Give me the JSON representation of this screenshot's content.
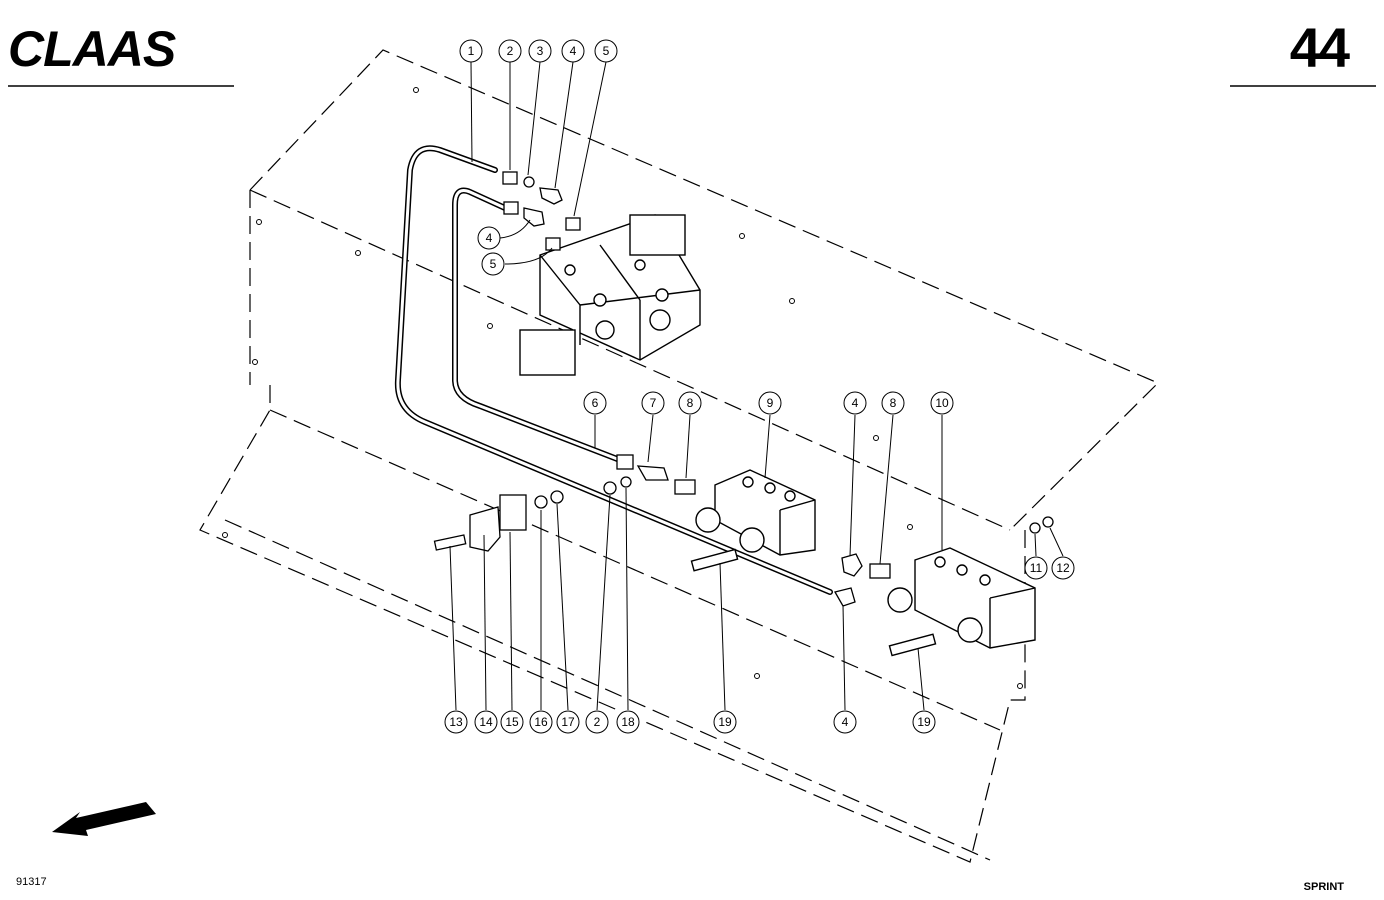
{
  "header": {
    "brand": "CLAAS",
    "page_number": "44"
  },
  "footer": {
    "drawing_number": "91317",
    "model": "SPRINT"
  },
  "callouts": [
    {
      "label": "1"
    },
    {
      "label": "2"
    },
    {
      "label": "3"
    },
    {
      "label": "4"
    },
    {
      "label": "5"
    },
    {
      "label": "4"
    },
    {
      "label": "5"
    },
    {
      "label": "6"
    },
    {
      "label": "7"
    },
    {
      "label": "8"
    },
    {
      "label": "9"
    },
    {
      "label": "4"
    },
    {
      "label": "8"
    },
    {
      "label": "10"
    },
    {
      "label": "11"
    },
    {
      "label": "12"
    },
    {
      "label": "13"
    },
    {
      "label": "14"
    },
    {
      "label": "15"
    },
    {
      "label": "16"
    },
    {
      "label": "17"
    },
    {
      "label": "2"
    },
    {
      "label": "18"
    },
    {
      "label": "19"
    },
    {
      "label": "4"
    },
    {
      "label": "19"
    }
  ]
}
